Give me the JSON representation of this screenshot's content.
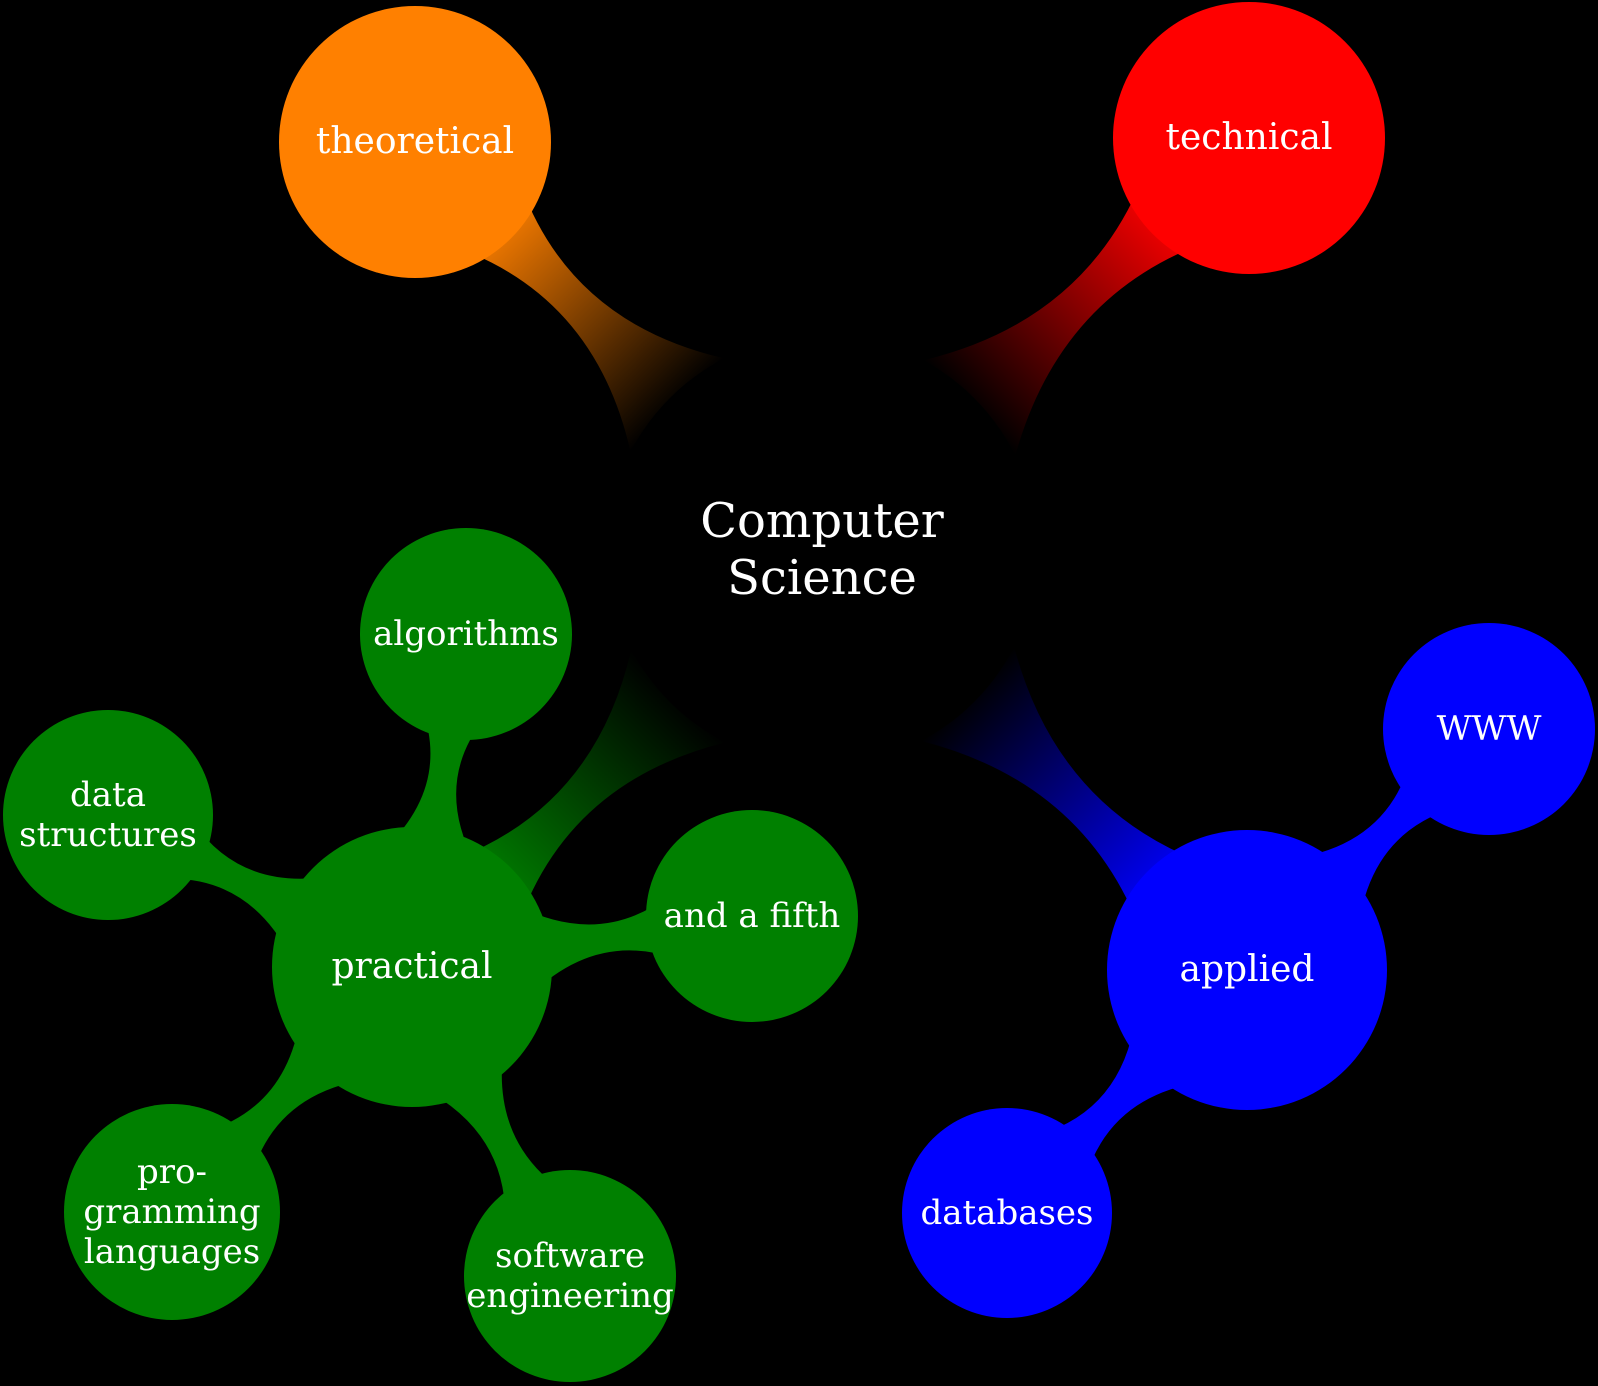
{
  "diagram": {
    "type": "mindmap",
    "background_color": "#000000",
    "label_color": "#ffffff",
    "root": {
      "label": "Computer Science"
    },
    "branches": [
      {
        "id": "theoretical",
        "label": "theoretical",
        "color": "#ff8000",
        "children": []
      },
      {
        "id": "technical",
        "label": "technical",
        "color": "#ff0000",
        "children": []
      },
      {
        "id": "practical",
        "label": "practical",
        "color": "#008000",
        "children": [
          {
            "id": "algorithms",
            "label": "algorithms"
          },
          {
            "id": "data-structures",
            "label": "data\nstructures"
          },
          {
            "id": "programming-languages",
            "label": "pro-\ngramming\nlanguages"
          },
          {
            "id": "software-engineering",
            "label": "software\nengineering"
          },
          {
            "id": "and-a-fifth",
            "label": "and a fifth"
          }
        ]
      },
      {
        "id": "applied",
        "label": "applied",
        "color": "#0000ff",
        "children": [
          {
            "id": "www",
            "label": "WWW"
          },
          {
            "id": "databases",
            "label": "databases"
          }
        ]
      }
    ]
  }
}
